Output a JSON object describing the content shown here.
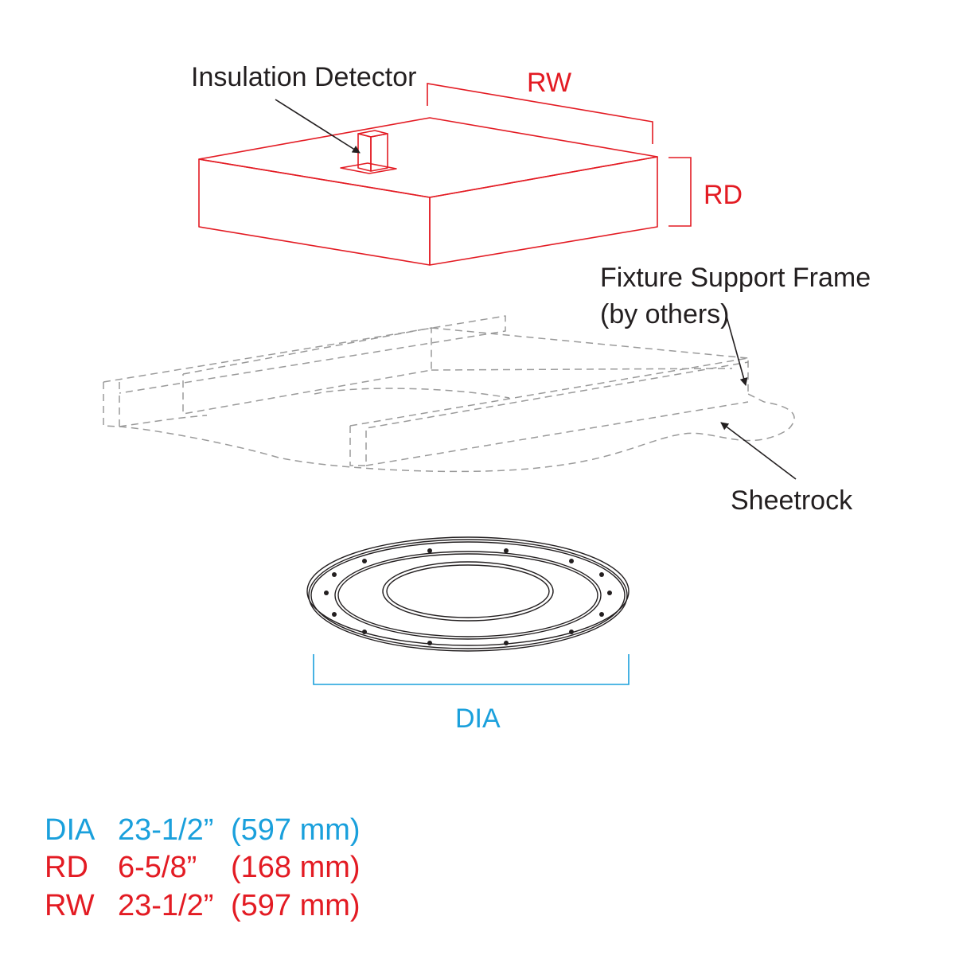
{
  "colors": {
    "housing": "#e31b23",
    "dia": "#1aa0dc",
    "frame": "#9a9a9a",
    "ink": "#231f20"
  },
  "callouts": {
    "insulation_detector": "Insulation Detector",
    "fixture_support_frame_line1": "Fixture Support Frame",
    "fixture_support_frame_line2": "(by others)",
    "sheetrock": "Sheetrock"
  },
  "dimensions": {
    "rw": "RW",
    "rd": "RD",
    "dia": "DIA"
  },
  "specs": [
    {
      "key": "DIA",
      "imperial": "23-1/2”",
      "metric": "(597 mm)",
      "color": "#1aa0dc"
    },
    {
      "key": "RD",
      "imperial": "6-5/8”",
      "metric": "(168 mm)",
      "color": "#e31b23"
    },
    {
      "key": "RW",
      "imperial": "23-1/2”",
      "metric": "(597 mm)",
      "color": "#e31b23"
    }
  ]
}
